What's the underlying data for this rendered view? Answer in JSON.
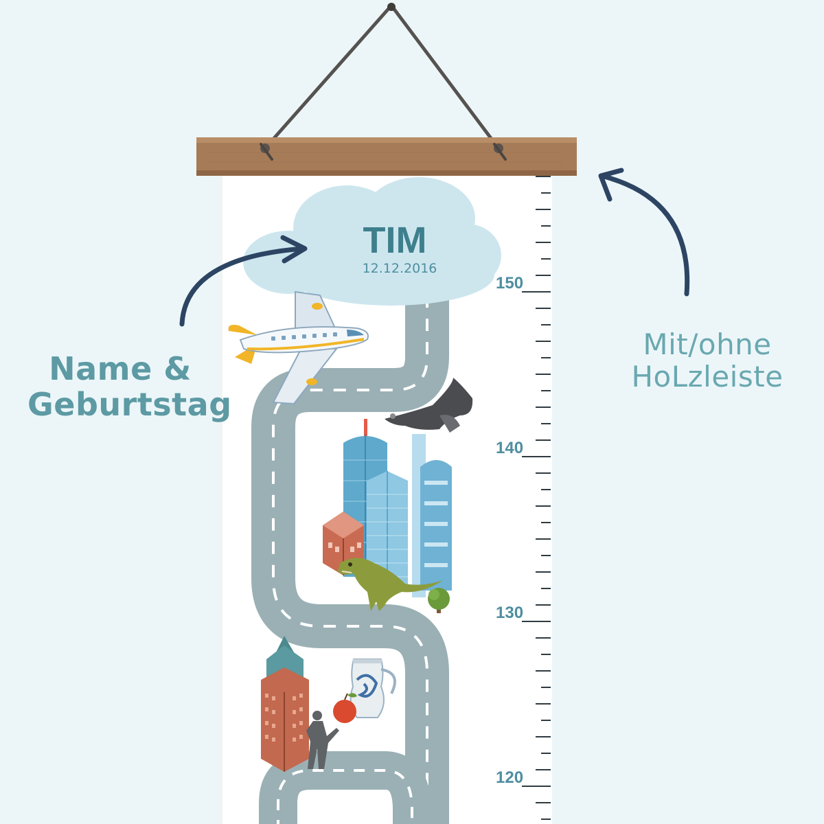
{
  "chart": {
    "name": "TIM",
    "birthday": "12.12.2016",
    "scale_labels": [
      "150",
      "140",
      "130",
      "120"
    ]
  },
  "annotations": {
    "left_line1": "Name &",
    "left_line2": "Geburtstag",
    "right_line1": "Mit/ohne",
    "right_line2": "HoLzleiste"
  },
  "colors": {
    "background": "#ecf6f9",
    "wood": "#a67c58",
    "road": "#9ab0b5",
    "cloud": "#cde6ee",
    "name_text": "#3e7f8d",
    "scale_text": "#4f8ea0",
    "arrow": "#2d4563",
    "annotation_left": "#5d9aa3",
    "annotation_right": "#6aa8b0"
  },
  "icons": [
    "airplane-icon",
    "eagle-icon",
    "skyscraper-icon",
    "dinosaur-icon",
    "tree-icon",
    "jug-icon",
    "apple-icon",
    "statue-icon",
    "curved-arrow-icon"
  ]
}
